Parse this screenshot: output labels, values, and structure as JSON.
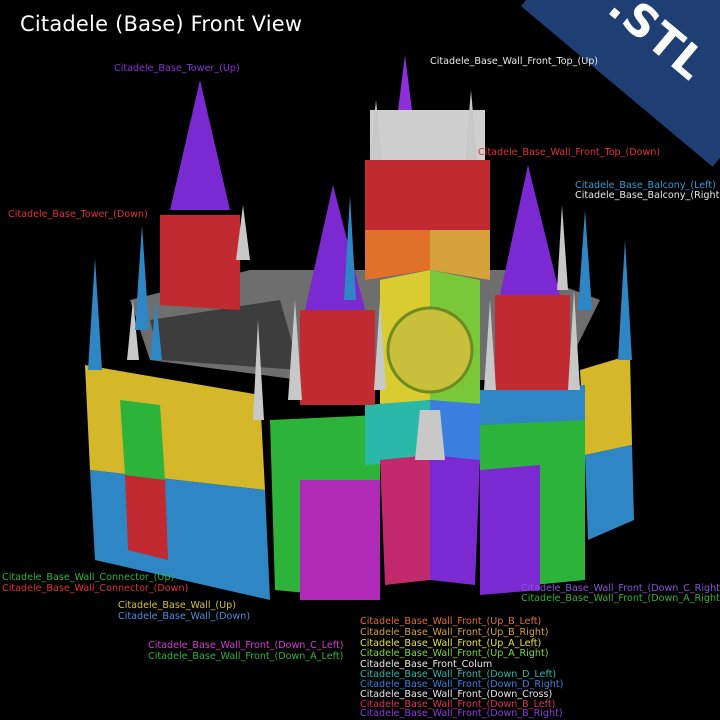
{
  "title": "Citadele (Base) Front View",
  "badge": ".STL",
  "labels": [
    {
      "id": "tower-up",
      "text": "Citadele_Base_Tower_(Up)",
      "color": "#8b2fd9"
    },
    {
      "id": "wall-front-top-up",
      "text": "Citadele_Base_Wall_Front_Top_(Up)",
      "color": "#e8e8e8"
    },
    {
      "id": "wall-front-top-down",
      "text": "Citadele_Base_Wall_Front_Top_(Down)",
      "color": "#e0303a"
    },
    {
      "id": "balcony-left",
      "text": "Citadele_Base_Balcony_(Left)",
      "color": "#2a9bd6"
    },
    {
      "id": "balcony-right",
      "text": "Citadele_Base_Balcony_(Right)",
      "color": "#e8e8e8"
    },
    {
      "id": "tower-down",
      "text": "Citadele_Base_Tower_(Down)",
      "color": "#e0303a"
    },
    {
      "id": "wall-connector-up",
      "text": "Citadele_Base_Wall_Connector_(Up)",
      "color": "#2eb33a"
    },
    {
      "id": "wall-connector-down",
      "text": "Citadele_Base_Wall_Connector_(Down)",
      "color": "#e0303a"
    },
    {
      "id": "wall-up",
      "text": "Citadele_Base_Wall_(Up)",
      "color": "#d6c23a"
    },
    {
      "id": "wall-down",
      "text": "Citadele_Base_Wall_(Down)",
      "color": "#4a8fe0"
    },
    {
      "id": "wall-front-down-c-left",
      "text": "Citadele_Base_Wall_Front_(Down_C_Left)",
      "color": "#d63ad6"
    },
    {
      "id": "wall-front-down-a-left",
      "text": "Citadele_Base_Wall_Front_(Down_A_Left)",
      "color": "#2eb33a"
    },
    {
      "id": "wall-front-down-c-right",
      "text": "Citadele_Base_Wall_Front_(Down_C_Right)",
      "color": "#8b4fe0"
    },
    {
      "id": "wall-front-down-a-right",
      "text": "Citadele_Base_Wall_Front_(Down_A_Right)",
      "color": "#2eb33a"
    },
    {
      "id": "wall-front-up-b-left",
      "text": "Citadele_Base_Wall_Front_(Up_B_Left)",
      "color": "#e0702a"
    },
    {
      "id": "wall-front-up-b-right",
      "text": "Citadele_Base_Wall_Front_(Up_B_Right)",
      "color": "#d6a03a"
    },
    {
      "id": "wall-front-up-a-left",
      "text": "Citadele_Base_Wall_Front_(Up_A_Left)",
      "color": "#e8e040"
    },
    {
      "id": "wall-front-up-a-right",
      "text": "Citadele_Base_Wall_Front_(Up_A_Right)",
      "color": "#7fd83a"
    },
    {
      "id": "front-colum",
      "text": "Citadele_Base_Front_Colum",
      "color": "#e8e8e8"
    },
    {
      "id": "wall-front-down-d-left",
      "text": "Citadele_Base_Wall_Front_(Down_D_Left)",
      "color": "#2ab8a8"
    },
    {
      "id": "wall-front-down-d-right",
      "text": "Citadele_Base_Wall_Front_(Down_D_Right)",
      "color": "#3a7fe0"
    },
    {
      "id": "wall-front-down-cross",
      "text": "Citadele_Base_Wall_Front_(Down_Cross)",
      "color": "#e8e8e8"
    },
    {
      "id": "wall-front-down-b-left",
      "text": "Citadele_Base_Wall_Front_(Down_B_Left)",
      "color": "#e0305a"
    },
    {
      "id": "wall-front-down-b-right",
      "text": "Citadele_Base_Wall_Front_(Down_B_Right)",
      "color": "#8b3ae0"
    }
  ]
}
